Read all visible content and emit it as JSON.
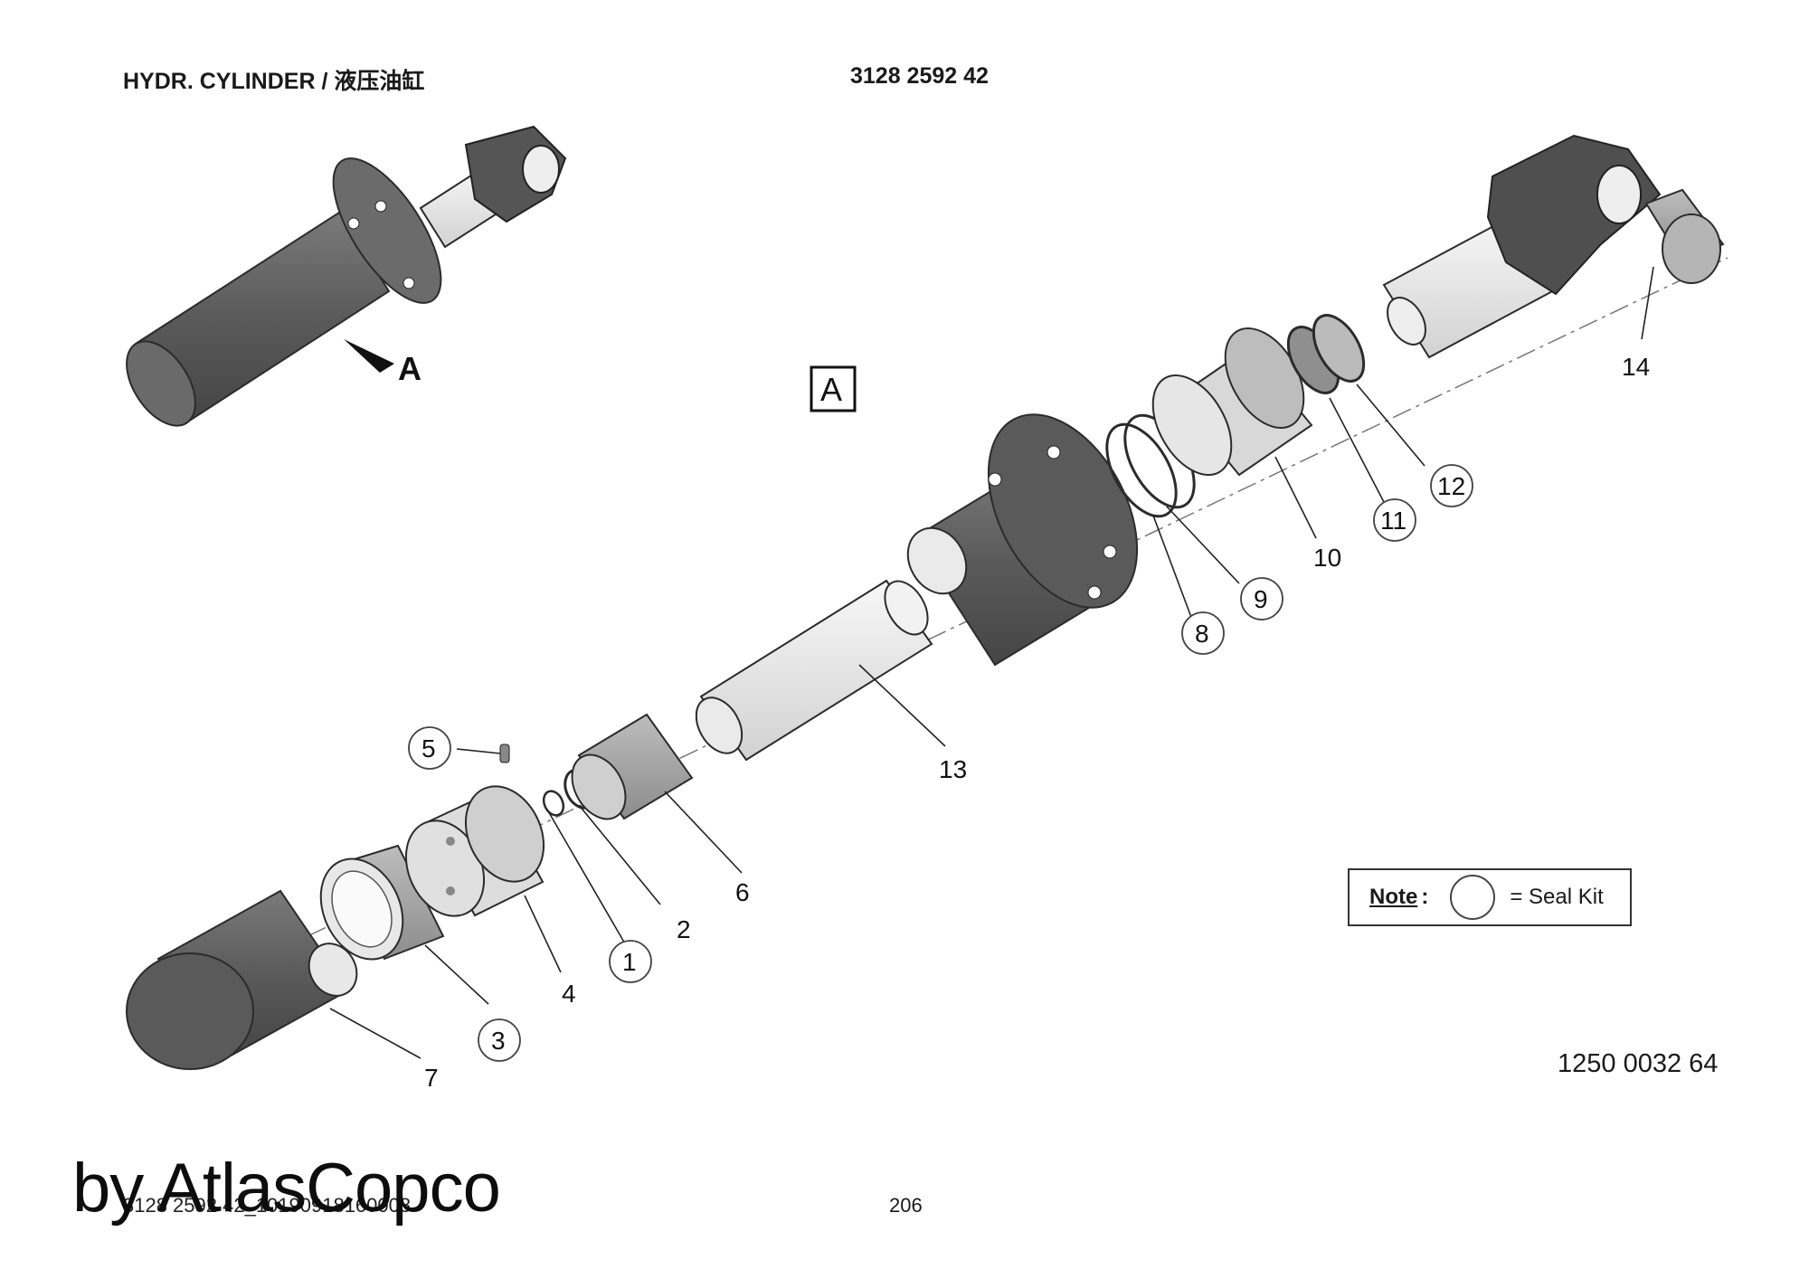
{
  "header": {
    "title": "HYDR. CYLINDER / 液压油缸",
    "doc_number": "3128 2592 42"
  },
  "view_marker": "A",
  "view_box_label": "A",
  "callouts": [
    "1",
    "2",
    "3",
    "4",
    "5",
    "6",
    "7",
    "8",
    "9",
    "10",
    "11",
    "12",
    "13",
    "14"
  ],
  "note": {
    "label": "Note",
    "colon": ":",
    "text": "= Seal Kit"
  },
  "seal_kit_number": "1250 0032 64",
  "footer": {
    "file_name": "3128 2592 42_10190918160008",
    "page_number": "206"
  },
  "watermark": "by AtlasCopco",
  "colors": {
    "dark_part": "#5f5f5f",
    "mid_part": "#9e9e9e",
    "light_part": "#e6e6e6",
    "outline": "#2b2b2b"
  }
}
